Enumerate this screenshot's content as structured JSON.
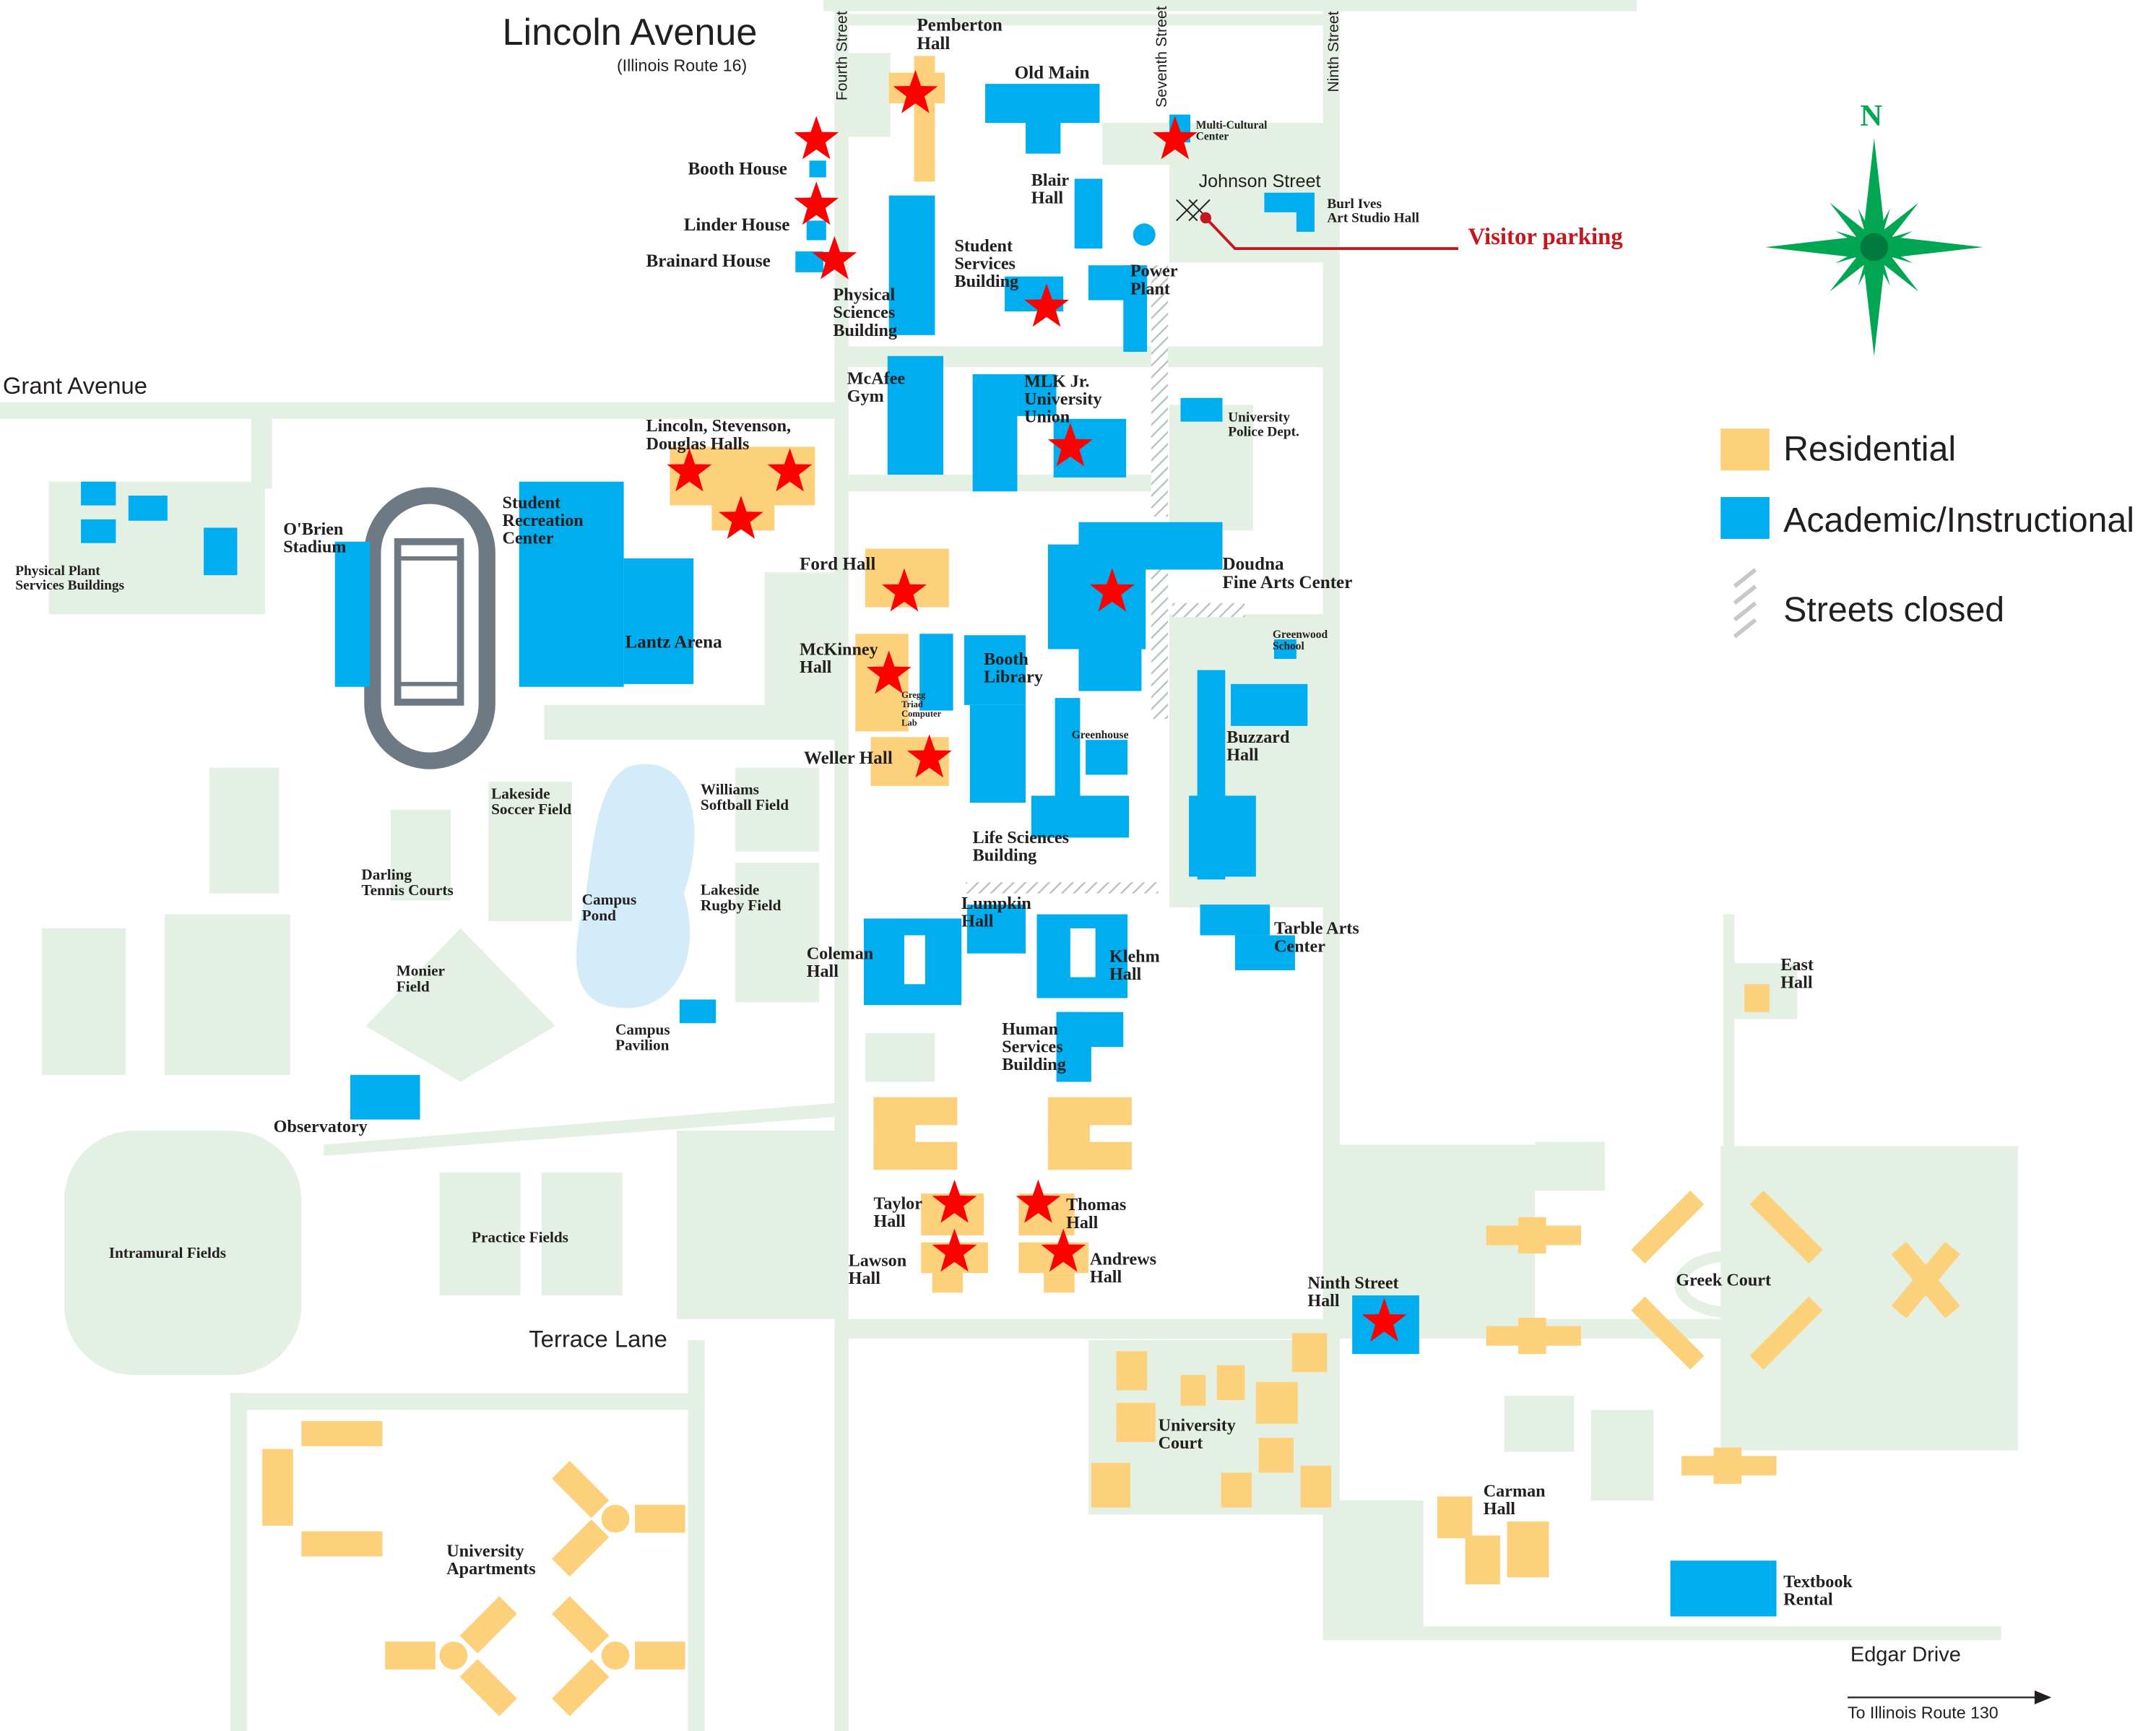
{
  "streets": {
    "lincoln": "Lincoln Avenue",
    "lincoln_sub": "(Illinois Route 16)",
    "fourth": "Fourth Street",
    "seventh": "Seventh Street",
    "ninth": "Ninth Street",
    "johnson": "Johnson Street",
    "grant": "Grant Avenue",
    "terrace": "Terrace Lane",
    "edgar": "Edgar Drive",
    "route130": "To Illinois Route 130"
  },
  "visitor_parking": "Visitor parking",
  "compass": {
    "north": "N",
    "icon": "compass-rose-icon"
  },
  "legend": [
    {
      "label": "Residential",
      "color": "#fdd17c"
    },
    {
      "label": "Academic/Instructional",
      "color": "#00aeef"
    },
    {
      "label": "Streets closed",
      "color": "#c8c8c8"
    }
  ],
  "colors": {
    "grounds": "#e3f0e3",
    "academic": "#00aeef",
    "residential": "#fdd17c",
    "star": "#ff0000",
    "parking": "#c4161c",
    "compass": "#00a651",
    "track": "#6d7a84"
  },
  "buildings": {
    "pemberton": [
      "Pemberton",
      "Hall"
    ],
    "old_main": [
      "Old Main"
    ],
    "booth_house": [
      "Booth House"
    ],
    "linder_house": [
      "Linder House"
    ],
    "brainard_house": [
      "Brainard House"
    ],
    "physical_sciences": [
      "Physical",
      "Sciences",
      "Building"
    ],
    "blair": [
      "Blair",
      "Hall"
    ],
    "student_services": [
      "Student",
      "Services",
      "Building"
    ],
    "power_plant": [
      "Power",
      "Plant"
    ],
    "multi_cultural": [
      "Multi-Cultural",
      "Center"
    ],
    "burl_ives": [
      "Burl Ives",
      "Art Studio Hall"
    ],
    "mcafee": [
      "McAfee",
      "Gym"
    ],
    "mlk": [
      "MLK Jr.",
      "University",
      "Union"
    ],
    "police": [
      "University",
      "Police Dept."
    ],
    "lincoln_halls": [
      "Lincoln, Stevenson,",
      "Douglas Halls"
    ],
    "rec_center": [
      "Student",
      "Recreation",
      "Center"
    ],
    "obrien": [
      "O'Brien",
      "Stadium"
    ],
    "physical_plant": [
      "Physical Plant",
      "Services Buildings"
    ],
    "ford": [
      "Ford Hall"
    ],
    "doudna": [
      "Doudna",
      "Fine Arts Center"
    ],
    "lantz": [
      "Lantz Arena"
    ],
    "mckinney": [
      "McKinney",
      "Hall"
    ],
    "gregg": [
      "Gregg",
      "Triad",
      "Computer",
      "Lab"
    ],
    "booth_library": [
      "Booth",
      "Library"
    ],
    "greenwood": [
      "Greenwood",
      "School"
    ],
    "greenhouse": [
      "Greenhouse"
    ],
    "buzzard": [
      "Buzzard",
      "Hall"
    ],
    "weller": [
      "Weller Hall"
    ],
    "williams": [
      "Williams",
      "Softball Field"
    ],
    "lakeside_soccer": [
      "Lakeside",
      "Soccer Field"
    ],
    "life_sciences": [
      "Life Sciences",
      "Building"
    ],
    "darling": [
      "Darling",
      "Tennis Courts"
    ],
    "campus_pond": [
      "Campus",
      "Pond"
    ],
    "lakeside_rugby": [
      "Lakeside",
      "Rugby Field"
    ],
    "lumpkin": [
      "Lumpkin",
      "Hall"
    ],
    "tarble": [
      "Tarble Arts",
      "Center"
    ],
    "coleman": [
      "Coleman",
      "Hall"
    ],
    "klehm": [
      "Klehm",
      "Hall"
    ],
    "monier": [
      "Monier",
      "Field"
    ],
    "east_hall": [
      "East",
      "Hall"
    ],
    "campus_pavilion": [
      "Campus",
      "Pavilion"
    ],
    "human_services": [
      "Human",
      "Services",
      "Building"
    ],
    "observatory": [
      "Observatory"
    ],
    "taylor": [
      "Taylor",
      "Hall"
    ],
    "thomas": [
      "Thomas",
      "Hall"
    ],
    "practice": [
      "Practice Fields"
    ],
    "intramural": [
      "Intramural Fields"
    ],
    "lawson": [
      "Lawson",
      "Hall"
    ],
    "andrews": [
      "Andrews",
      "Hall"
    ],
    "ninth_street_hall": [
      "Ninth Street",
      "Hall"
    ],
    "greek_court": [
      "Greek Court"
    ],
    "university_court": [
      "University",
      "Court"
    ],
    "carman": [
      "Carman",
      "Hall"
    ],
    "university_apartments": [
      "University",
      "Apartments"
    ],
    "textbook": [
      "Textbook",
      "Rental"
    ]
  }
}
